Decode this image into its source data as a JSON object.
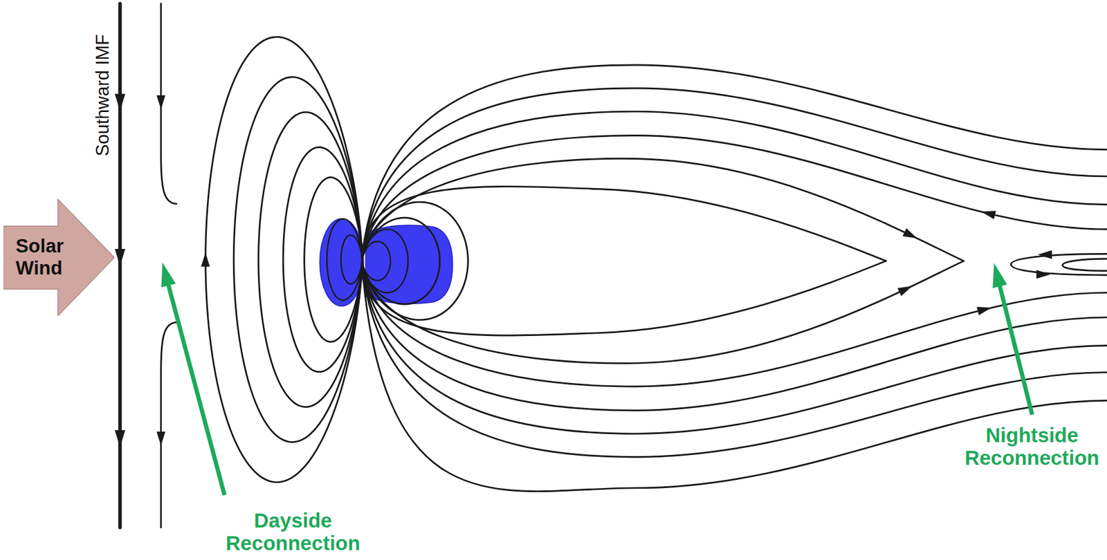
{
  "diagram": {
    "nodes": [
      {
        "text": [
          "Solar Wind"
        ]
      }
    ],
    "labels": [
      "Southward IMF",
      "Dayside Reconnection",
      "Nightside Reconnection"
    ]
  }
}
